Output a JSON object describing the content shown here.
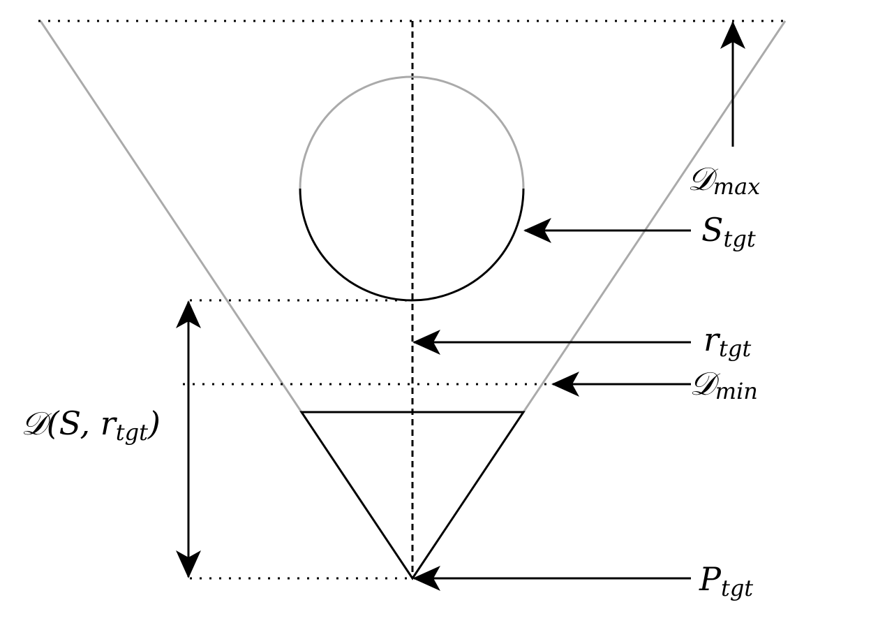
{
  "diagram": {
    "colors": {
      "ink": "#000000",
      "cone": "#aaaaaa",
      "background": "#ffffff"
    },
    "labels": {
      "d_max": {
        "main": "𝒟",
        "sub": "max"
      },
      "s_tgt": {
        "main": "S",
        "sub": "tgt"
      },
      "r_tgt": {
        "main": "r",
        "sub": "tgt"
      },
      "d_min": {
        "main": "𝒟",
        "sub": "min"
      },
      "d_s_r": {
        "prefix": "𝒟(S, r",
        "sub": "tgt",
        "suffix": ")"
      },
      "p_tgt": {
        "main": "P",
        "sub": "tgt"
      }
    }
  }
}
